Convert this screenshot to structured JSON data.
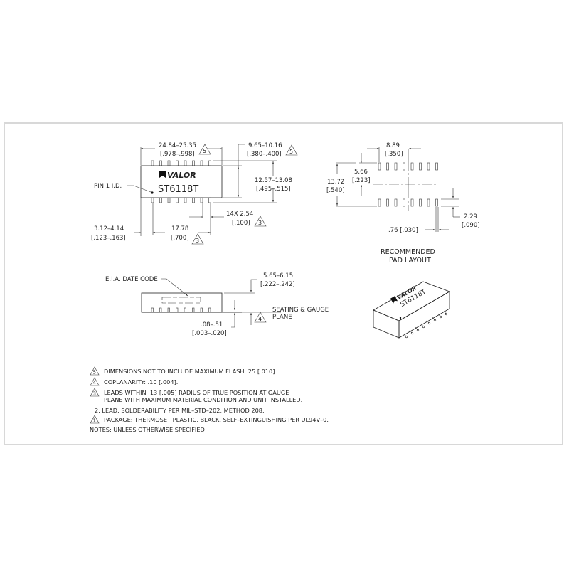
{
  "top_view": {
    "logo": "VALOR",
    "part_number": "ST6118T",
    "pin1_label": "PIN 1 I.D.",
    "length_mm": "24.84–25.35",
    "length_in": "[.978–.998]",
    "length_note": "5",
    "body_width_mm": "9.65–10.16",
    "body_width_in": "[.380–.400]",
    "body_width_note": "5",
    "overall_width_mm": "12.57–13.08",
    "overall_width_in": "[.495–.515]",
    "pitch_mm": "14X  2.54",
    "pitch_in": "[.100]",
    "pitch_note": "3",
    "row_span_mm": "17.78",
    "row_span_in": "[.700]",
    "row_span_note": "3",
    "end_offset_mm": "3.12–4.14",
    "end_offset_in": "[.123–.163]"
  },
  "pad_layout": {
    "title_line1": "RECOMMENDED",
    "title_line2": "PAD LAYOUT",
    "span_mm": "8.89",
    "span_in": "[.350]",
    "inner_mm": "5.66",
    "inner_in": "[.223]",
    "outer_mm": "13.72",
    "outer_in": "[.540]",
    "pad_len_mm": "2.29",
    "pad_len_in": "[.090]",
    "pad_width": ".76 [.030]"
  },
  "side_view": {
    "date_code_label": "E.I.A. DATE CODE",
    "height_mm": "5.65–6.15",
    "height_in": "[.222–.242]",
    "standoff_mm": ".08–.51",
    "standoff_in": "[.003–.020]",
    "seating_line1": "SEATING & GAUGE",
    "seating_line2": "PLANE",
    "seating_note": "4"
  },
  "iso_view": {
    "logo": "VALOR",
    "part_number": "ST6118T"
  },
  "notes": [
    {
      "mark": "5",
      "text": "DIMENSIONS NOT TO INCLUDE MAXIMUM FLASH .25 [.010]."
    },
    {
      "mark": "4",
      "text": "COPLANARITY: .10 [.004]."
    },
    {
      "mark": "3",
      "text": "LEADS WITHIN .13 [.005] RADIUS OF TRUE POSITION AT GAUGE",
      "text2": "PLANE WITH MAXIMUM MATERIAL CONDITION AND UNIT INSTALLED."
    },
    {
      "mark": "",
      "text": "2.  LEAD:  SOLDERABILITY PER MIL–STD–202, METHOD 208."
    },
    {
      "mark": "1",
      "text": "PACKAGE:  THERMOSET PLASTIC, BLACK, SELF–EXTINGUISHING PER UL94V–0."
    },
    {
      "mark": "",
      "text": "NOTES: UNLESS OTHERWISE SPECIFIED"
    }
  ]
}
